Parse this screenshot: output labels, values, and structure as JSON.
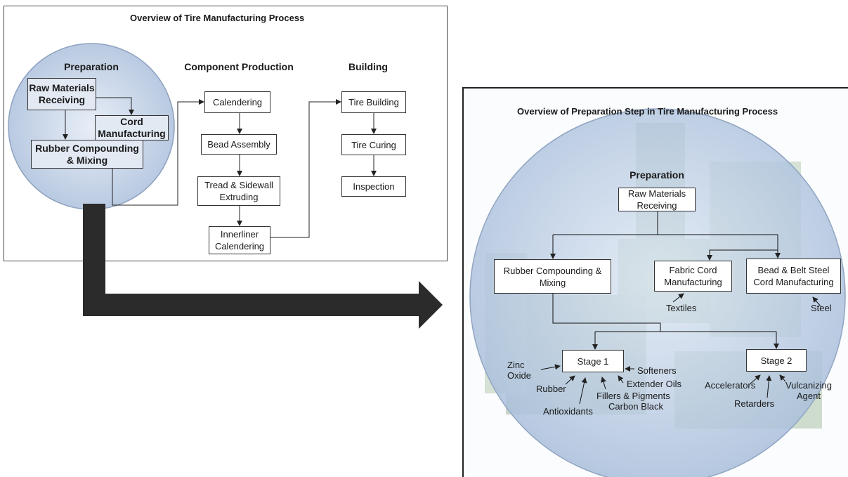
{
  "left_panel": {
    "title": "Overview of Tire Manufacturing Process",
    "headings": {
      "preparation": "Preparation",
      "component_production": "Component Production",
      "building": "Building"
    },
    "preparation_boxes": {
      "raw_materials": "Raw Materials Receiving",
      "cord": "Cord Manufacturing",
      "rubber": "Rubber Compounding & Mixing"
    },
    "component_boxes": {
      "calendering": "Calendering",
      "bead_assembly": "Bead Assembly",
      "tread": "Tread & Sidewall Extruding",
      "innerliner": "Innerliner Calendering"
    },
    "building_boxes": {
      "tire_building": "Tire Building",
      "tire_curing": "Tire Curing",
      "inspection": "Inspection"
    }
  },
  "right_panel": {
    "title": "Overview of Preparation Step in Tire Manufacturing Process",
    "heading": "Preparation",
    "boxes": {
      "raw_materials": "Raw Materials Receiving",
      "rubber": "Rubber Compounding & Mixing",
      "fabric": "Fabric Cord Manufacturing",
      "steel_cord": "Bead & Belt Steel Cord Manufacturing",
      "stage1": "Stage 1",
      "stage2": "Stage 2"
    },
    "inputs": {
      "textiles": "Textiles",
      "steel": "Steel",
      "zinc_oxide": "Zinc Oxide",
      "rubber": "Rubber",
      "antioxidants": "Antioxidants",
      "fillers": "Fillers & Pigments",
      "carbon_black": "Carbon Black",
      "extender_oils": "Extender Oils",
      "softeners": "Softeners",
      "accelerators": "Accelerators",
      "retarders": "Retarders",
      "vulcanizing_agent": "Vulcanizing Agent"
    }
  },
  "colors": {
    "circle_fill": "#c5d3e6",
    "arrow": "#2b2b2b",
    "machine": "#9fb89f"
  }
}
